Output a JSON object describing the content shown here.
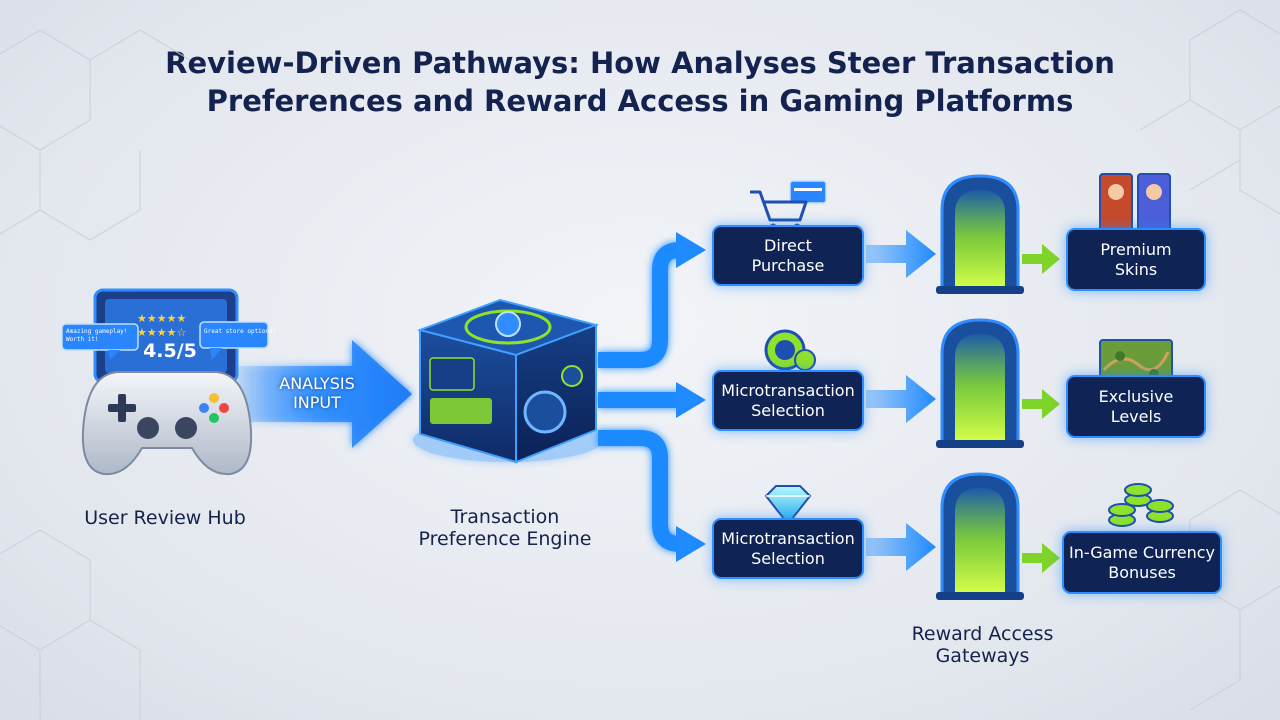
{
  "title_line1": "Review-Driven Pathways: How Analyses Steer Transaction",
  "title_line2": "Preferences and Reward Access in Gaming Platforms",
  "hub": {
    "label": "User Review Hub",
    "rating": "4.5/5",
    "bubble_left_line1": "Amazing gameplay!",
    "bubble_left_line2": "Worth it!",
    "bubble_right": "Great store options!"
  },
  "analysis_line1": "ANALYSIS",
  "analysis_line2": "INPUT",
  "engine": {
    "label_line1": "Transaction",
    "label_line2": "Preference Engine"
  },
  "pathways": [
    {
      "line1": "Direct",
      "line2": "Purchase",
      "icon": "shopping-cart-icon"
    },
    {
      "line1": "Microtransaction",
      "line2": "Selection",
      "icon": "coin-icon"
    },
    {
      "line1": "Microtransaction",
      "line2": "Selection",
      "icon": "diamond-icon"
    }
  ],
  "gateways_label_line1": "Reward Access",
  "gateways_label_line2": "Gateways",
  "rewards": [
    {
      "line1": "Premium",
      "line2": "Skins",
      "icon": "character-skins-icon"
    },
    {
      "line1": "Exclusive",
      "line2": "Levels",
      "icon": "level-map-icon"
    },
    {
      "line1": "In-Game Currency",
      "line2": "Bonuses",
      "icon": "coin-stack-icon"
    }
  ],
  "colors": {
    "box_fill": "#0f2455",
    "box_border": "#2f8dff",
    "arrow_blue": "#1f8bff",
    "accent_green": "#8fe22a",
    "title": "#13224f"
  }
}
